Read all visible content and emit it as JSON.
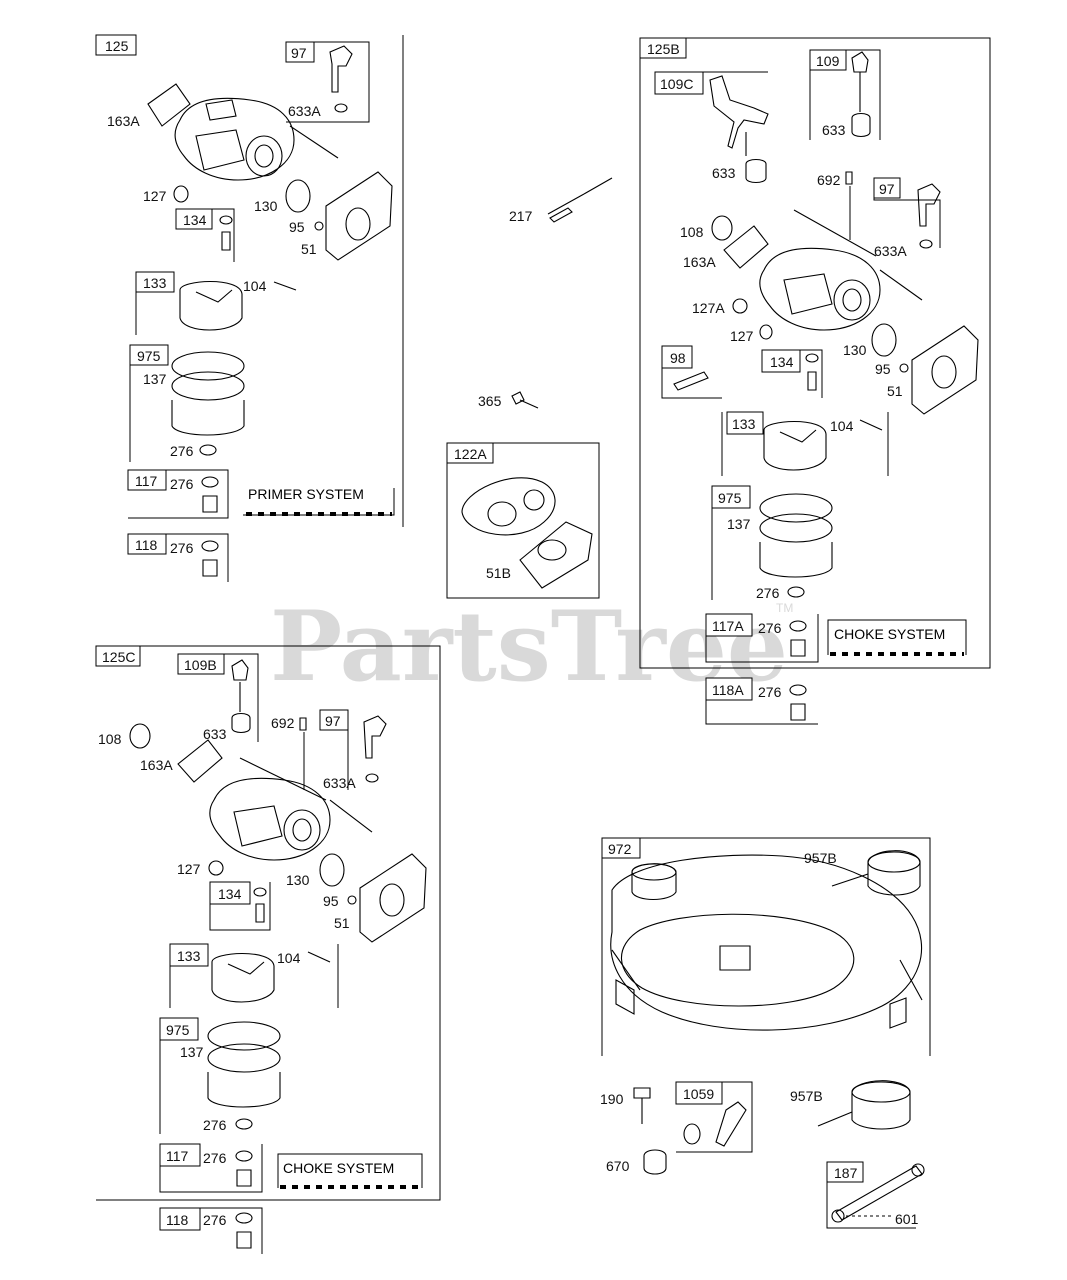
{
  "watermark": {
    "text": "PartsTree",
    "tm": "TM"
  },
  "groups": {
    "g125": {
      "id": "125",
      "system": "PRIMER SYSTEM",
      "labels": {
        "p97": "97",
        "p633a": "633A",
        "p163a": "163A",
        "p127": "127",
        "p134": "134",
        "p130": "130",
        "p95": "95",
        "p51": "51",
        "p133": "133",
        "p104": "104",
        "p975": "975",
        "p137": "137",
        "p276a": "276",
        "p117": "117",
        "p276b": "276",
        "p118": "118",
        "p276c": "276"
      }
    },
    "g125b": {
      "id": "125B",
      "system": "CHOKE SYSTEM",
      "labels": {
        "p109c": "109C",
        "p633a": "633",
        "p109": "109",
        "p633b": "633",
        "p692": "692",
        "p97": "97",
        "p633A": "633A",
        "p108": "108",
        "p163a": "163A",
        "p127a": "127A",
        "p127": "127",
        "p98": "98",
        "p134": "134",
        "p130": "130",
        "p95": "95",
        "p51": "51",
        "p133": "133",
        "p104": "104",
        "p975": "975",
        "p137": "137",
        "p276a": "276",
        "p117a": "117A",
        "p276b": "276",
        "p118a": "118A",
        "p276c": "276"
      }
    },
    "g125c": {
      "id": "125C",
      "system": "CHOKE SYSTEM",
      "labels": {
        "p109b": "109B",
        "p108": "108",
        "p633": "633",
        "p692": "692",
        "p97": "97",
        "p633a": "633A",
        "p163a": "163A",
        "p127": "127",
        "p134": "134",
        "p130": "130",
        "p95": "95",
        "p51": "51",
        "p133": "133",
        "p104": "104",
        "p975": "975",
        "p137": "137",
        "p276a": "276",
        "p117": "117",
        "p276b": "276",
        "p118": "118",
        "p276c": "276"
      }
    },
    "g122a": {
      "id": "122A",
      "labels": {
        "p51b": "51B"
      }
    },
    "g972": {
      "id": "972",
      "labels": {
        "p957b": "957B"
      }
    },
    "loose": {
      "p217": "217",
      "p365": "365",
      "p190": "190",
      "p670": "670",
      "p1059": "1059",
      "p957b": "957B",
      "p187": "187",
      "p601": "601"
    }
  }
}
